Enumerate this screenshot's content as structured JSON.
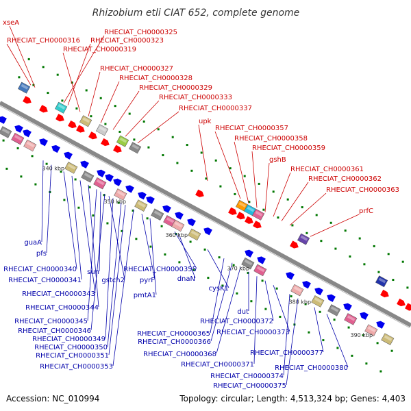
{
  "title": "Rhizobium etli CIAT 652, complete genome",
  "accession": "Accession: NC_010994",
  "topology": "Topology: circular; Length: 4,513,324 bp; Genes: 4,403",
  "colors": {
    "forward_label": "#cc0000",
    "reverse_label": "#0000aa",
    "backbone": "#888888",
    "forward_arrow": "#ff0000",
    "reverse_arrow": "#0000ee",
    "tick_dot": "#007700"
  },
  "ticks": [
    {
      "label": "340 kbp"
    },
    {
      "label": "350 kbp"
    },
    {
      "label": "360 kbp"
    },
    {
      "label": "370 kbp"
    },
    {
      "label": "380 kbp"
    },
    {
      "label": "390 kbp"
    }
  ],
  "forward_labels": [
    {
      "text": "xseA"
    },
    {
      "text": "RHECIAT_CH0000316"
    },
    {
      "text": "RHECIAT_CH0000325"
    },
    {
      "text": "RHECIAT_CH0000323"
    },
    {
      "text": "RHECIAT_CH0000319"
    },
    {
      "text": "RHECIAT_CH0000327"
    },
    {
      "text": "RHECIAT_CH0000328"
    },
    {
      "text": "RHECIAT_CH0000329"
    },
    {
      "text": "RHECIAT_CH0000333"
    },
    {
      "text": "RHECIAT_CH0000337"
    },
    {
      "text": "upk"
    },
    {
      "text": "RHECIAT_CH0000357"
    },
    {
      "text": "RHECIAT_CH0000358"
    },
    {
      "text": "RHECIAT_CH0000359"
    },
    {
      "text": "gshB"
    },
    {
      "text": "RHECIAT_CH0000361"
    },
    {
      "text": "RHECIAT_CH0000362"
    },
    {
      "text": "RHECIAT_CH0000363"
    },
    {
      "text": "prfC"
    }
  ],
  "reverse_labels": [
    {
      "text": "guaA"
    },
    {
      "text": "pfs"
    },
    {
      "text": "RHECIAT_CH0000340"
    },
    {
      "text": "RHECIAT_CH0000341"
    },
    {
      "text": "sun"
    },
    {
      "text": "RHECIAT_CH0000355"
    },
    {
      "text": "gstch2"
    },
    {
      "text": "pyrF"
    },
    {
      "text": "dnaN"
    },
    {
      "text": "cysK1"
    },
    {
      "text": "RHECIAT_CH0000343"
    },
    {
      "text": "RHECIAT_CH0000344"
    },
    {
      "text": "pmtA1"
    },
    {
      "text": "RHECIAT_CH0000345"
    },
    {
      "text": "RHECIAT_CH0000346"
    },
    {
      "text": "RHECIAT_CH0000349"
    },
    {
      "text": "RHECIAT_CH0000350"
    },
    {
      "text": "RHECIAT_CH0000351"
    },
    {
      "text": "RHECIAT_CH0000353"
    },
    {
      "text": "RHECIAT_CH0000365"
    },
    {
      "text": "RHECIAT_CH0000366"
    },
    {
      "text": "RHECIAT_CH0000368"
    },
    {
      "text": "dut"
    },
    {
      "text": "RHECIAT_CH0000372"
    },
    {
      "text": "RHECIAT_CH0000373"
    },
    {
      "text": "RHECIAT_CH0000371"
    },
    {
      "text": "RHECIAT_CH0000377"
    },
    {
      "text": "RHECIAT_CH0000374"
    },
    {
      "text": "RHECIAT_CH0000380"
    },
    {
      "text": "RHECIAT_CH0000375"
    }
  ]
}
